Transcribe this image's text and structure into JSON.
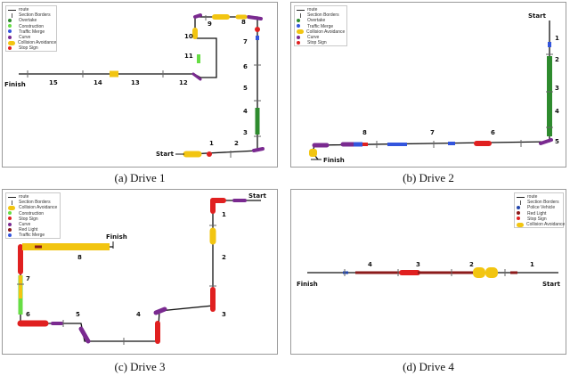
{
  "colors": {
    "route": "#111111",
    "overtake": "#2e8b2e",
    "construction": "#66dd44",
    "traffic_merge": "#3355dd",
    "curve": "#7a2a90",
    "collision_avoidance": "#f2c511",
    "stop_sign": "#e02020",
    "red_light": "#8b1a1a",
    "police_vehicle": "#2244aa",
    "section_border": "#666666"
  },
  "panels": {
    "a": {
      "caption": "(a) Drive 1",
      "legend": [
        "route",
        "Section Borders",
        "Overtake",
        "Construction",
        "Traffic Merge",
        "Curve",
        "Collision Avoidance",
        "Stop Sign"
      ],
      "start": "Start",
      "finish": "Finish",
      "sections": [
        "1",
        "2",
        "3",
        "4",
        "5",
        "6",
        "7",
        "8",
        "9",
        "10",
        "11",
        "12",
        "13",
        "14",
        "15"
      ]
    },
    "b": {
      "caption": "(b) Drive 2",
      "legend": [
        "route",
        "Section Borders",
        "Overtake",
        "Traffic Merge",
        "Collision Avoidance",
        "Curve",
        "Stop Sign"
      ],
      "start": "Start",
      "finish": "Finish",
      "sections": [
        "1",
        "2",
        "3",
        "4",
        "5",
        "6",
        "7",
        "8"
      ]
    },
    "c": {
      "caption": "(c) Drive 3",
      "legend": [
        "route",
        "Section Borders",
        "Collision Avoidance",
        "Construction",
        "Stop Sign",
        "Curve",
        "Red Light",
        "Traffic Merge"
      ],
      "start": "Start",
      "finish": "Finish",
      "sections": [
        "1",
        "2",
        "3",
        "4",
        "5",
        "6",
        "7",
        "8"
      ]
    },
    "d": {
      "caption": "(d) Drive 4",
      "legend": [
        "route",
        "Section Borders",
        "Police Vehicle",
        "Red Light",
        "Stop Sign",
        "Collision Avoidance"
      ],
      "start": "Start",
      "finish": "Finish",
      "sections": [
        "1",
        "2",
        "3",
        "4"
      ]
    }
  }
}
